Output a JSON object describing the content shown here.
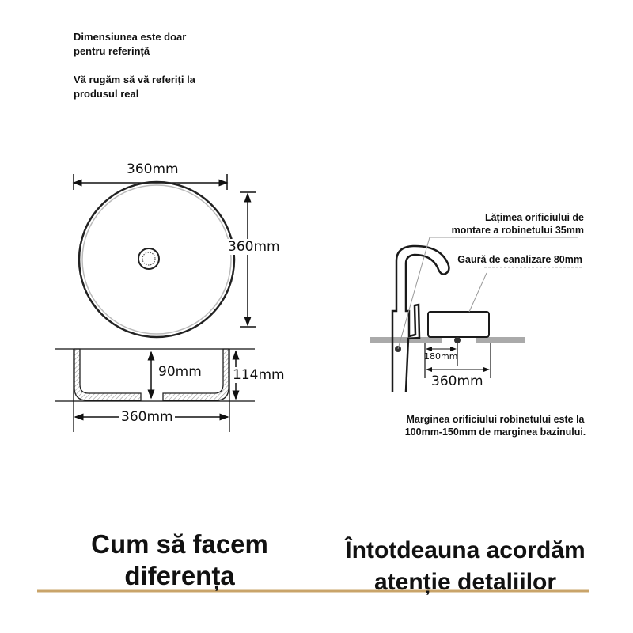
{
  "notes": {
    "line1": "Dimensiunea este doar",
    "line2": "pentru referință",
    "line3": "Vă rugăm să vă referiți la",
    "line4": "produsul real"
  },
  "top_view": {
    "width_label": "360mm",
    "depth_label": "360mm"
  },
  "side_view": {
    "inner_depth_label": "90mm",
    "height_label": "114mm",
    "width_label": "360mm"
  },
  "install": {
    "faucet_hole_line1": "Lățimea orificiului de",
    "faucet_hole_line2": "montare a robinetului 35mm",
    "drain_hole": "Gaură de canalizare 80mm",
    "half_width_label": "180mm",
    "width_label": "360mm",
    "edge_note_line1": "Marginea orificiului robinetului este la",
    "edge_note_line2": "100mm-150mm de marginea bazinului."
  },
  "footer": {
    "left_line1": "Cum să facem",
    "left_line2": "diferența",
    "right_line1": "Întotdeauna acordăm",
    "right_line2": "atenție detaliilor",
    "accent_color": "#c9a46a"
  }
}
